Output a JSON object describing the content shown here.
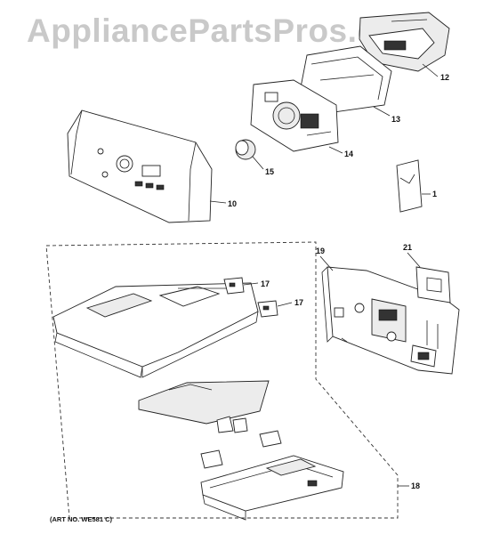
{
  "watermark": "AppliancePartsPros.com",
  "art_number": "(ART NO. WE581 C)",
  "callouts": {
    "c1": "1",
    "c10": "10",
    "c12": "12",
    "c13": "13",
    "c14": "14",
    "c15": "15",
    "c17a": "17",
    "c17b": "17",
    "c18": "18",
    "c19": "19",
    "c21": "21"
  }
}
